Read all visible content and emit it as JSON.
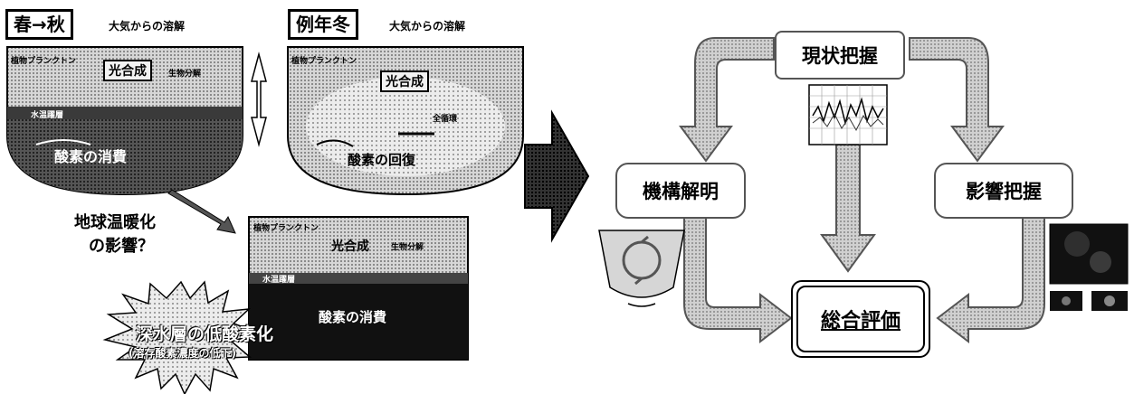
{
  "left": {
    "spring_autumn": {
      "label": "春→秋",
      "atmosphere": "大気からの溶解",
      "plankton": "植物プランクトン",
      "photosynthesis": "光合成",
      "decomposition": "生物分解",
      "thermocline": "水温躍層",
      "consumption": "酸素の消費"
    },
    "winter": {
      "label": "例年冬",
      "atmosphere": "大気からの溶解",
      "plankton": "植物プランクトン",
      "photosynthesis": "光合成",
      "mixing": "全循環",
      "recovery": "酸素の回復"
    },
    "warming_question_line1": "地球温暖化",
    "warming_question_line2": "の影響？",
    "future": {
      "plankton": "植物プランクトン",
      "photosynthesis": "光合成",
      "decomposition": "生物分解",
      "thermocline": "水温躍層",
      "consumption": "酸素の消費"
    },
    "burst_line1": "深水層の低酸素化",
    "burst_line2": "(溶存酸素濃度の低下)"
  },
  "right": {
    "current_state": "現状把握",
    "mechanism": "機構解明",
    "impact": "影響把握",
    "evaluation": "総合評価"
  },
  "colors": {
    "arrow_fill": "#bdbdbd",
    "dark": "#1a1a1a",
    "hatch": "#a8a8a8"
  }
}
